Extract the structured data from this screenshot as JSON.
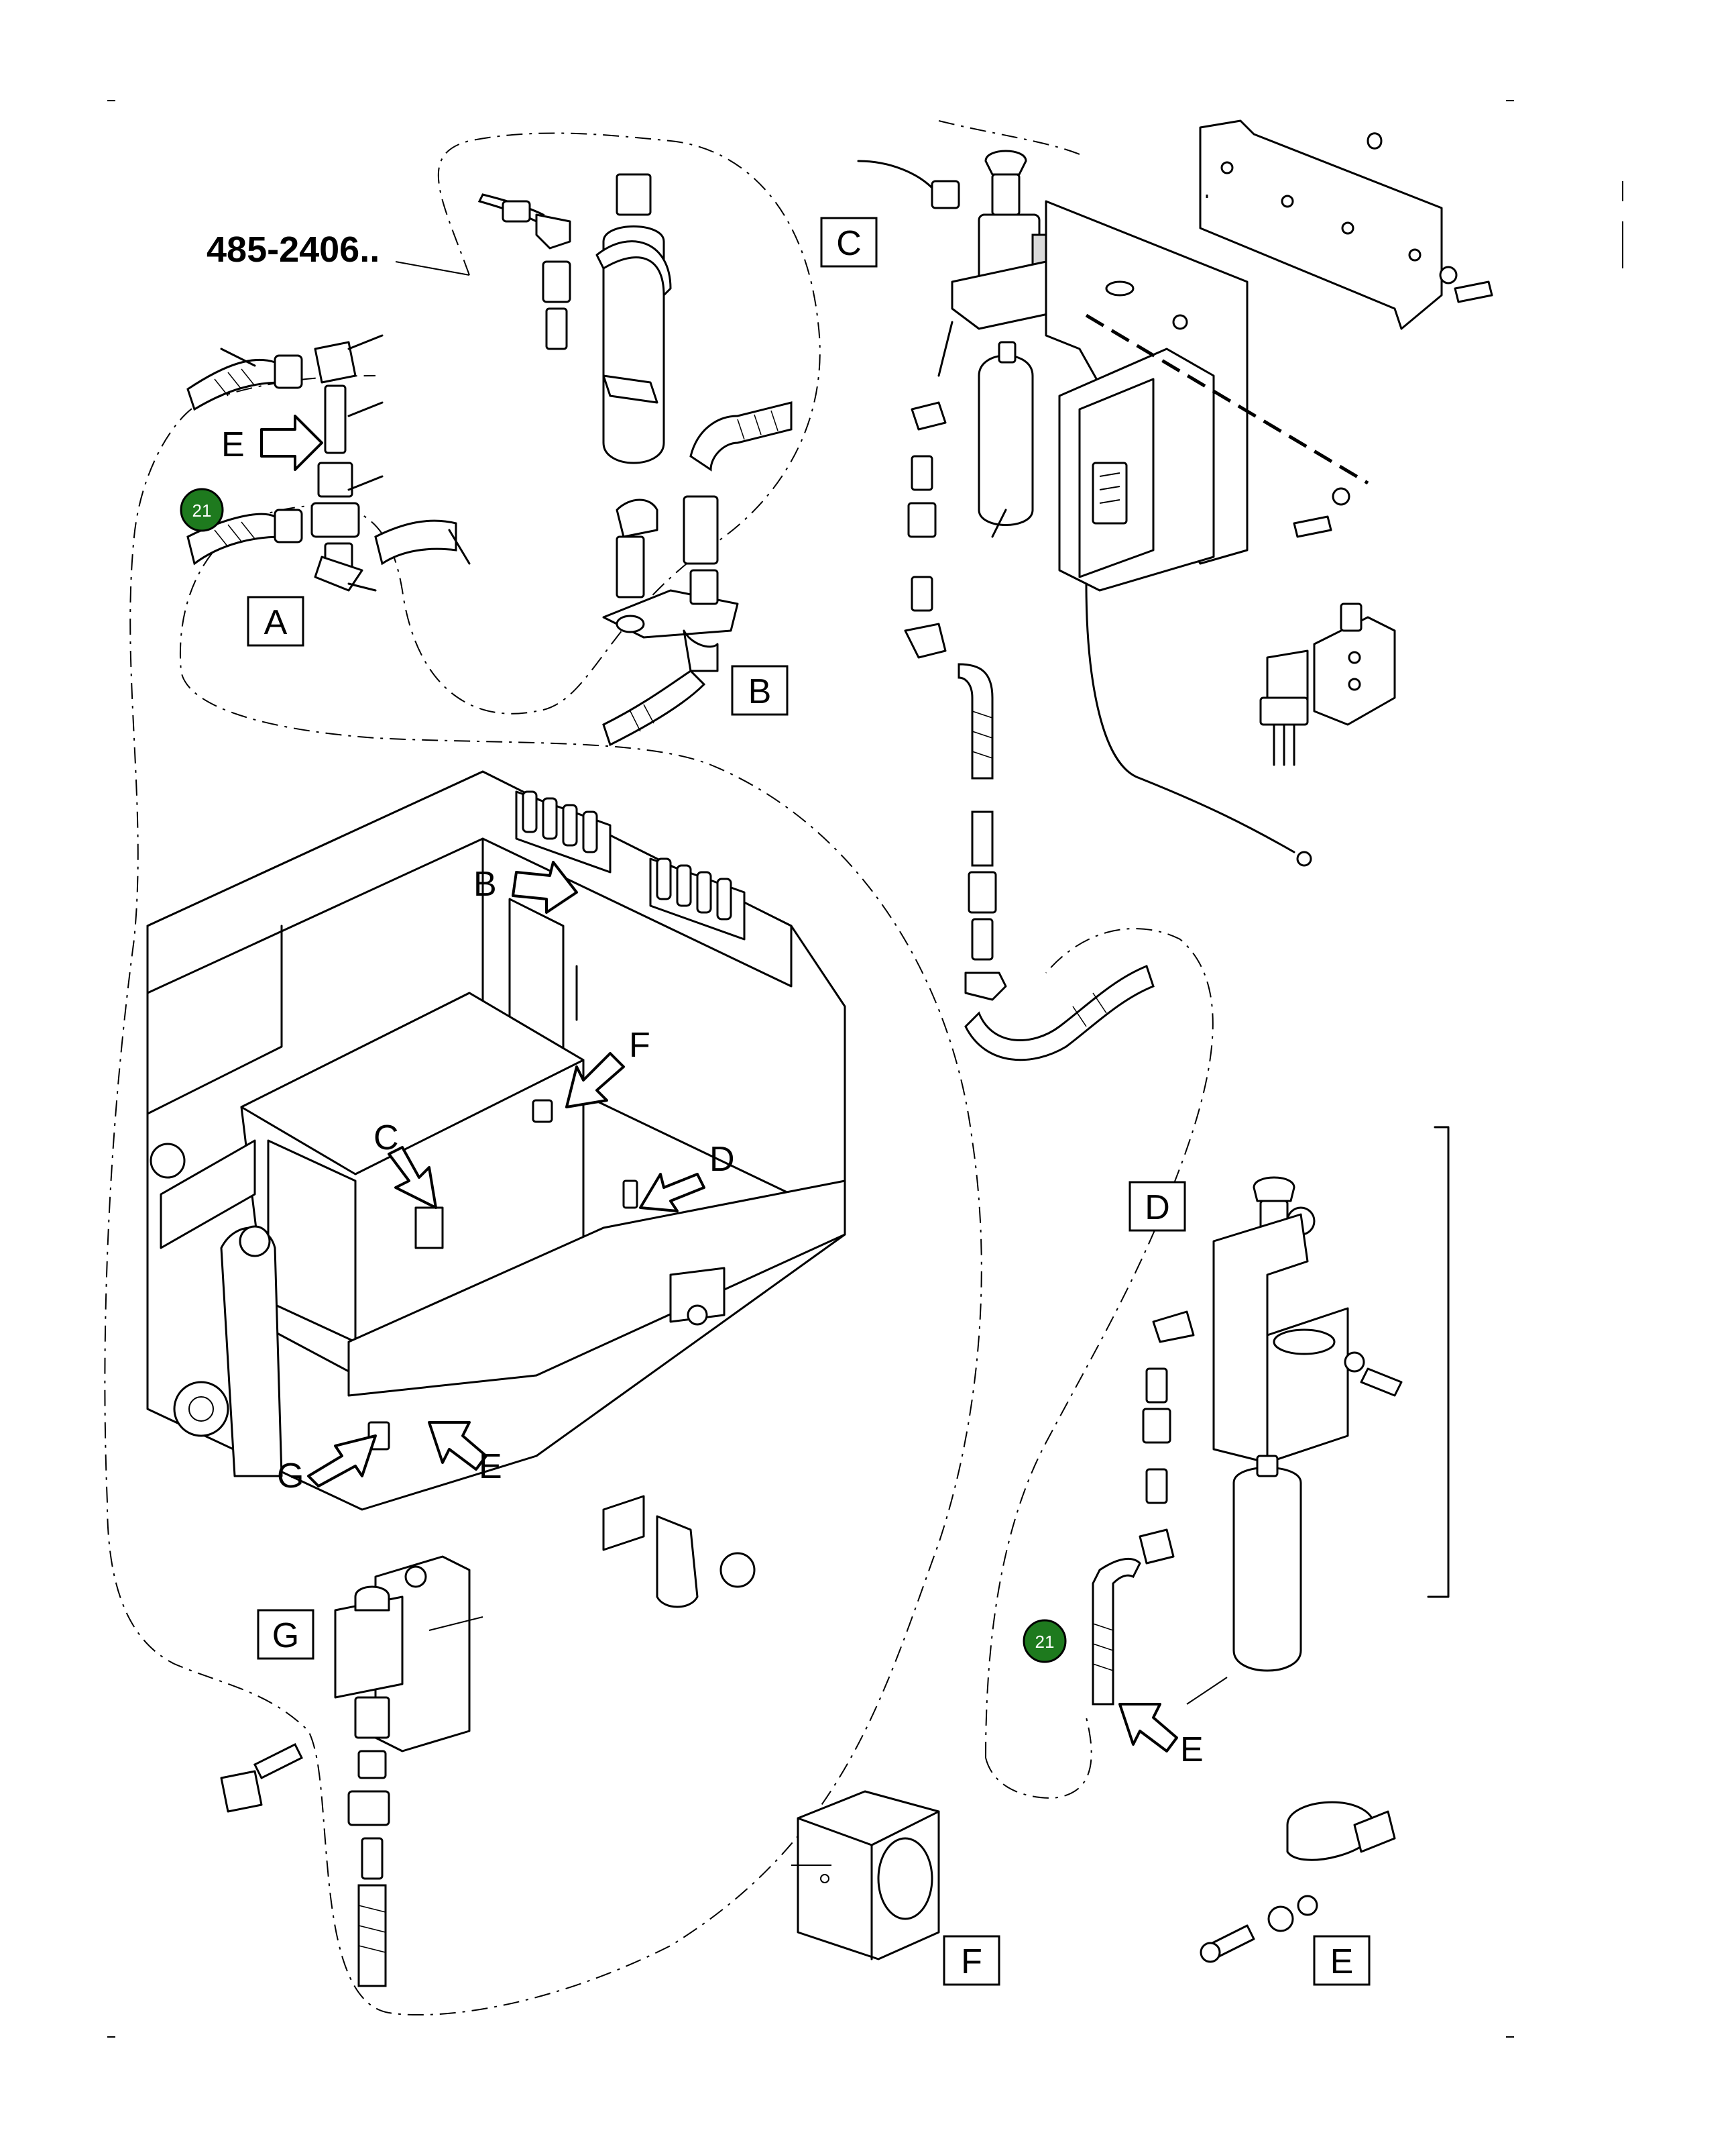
{
  "part_code": "485-2406..",
  "callout_number": "21",
  "detail_labels": {
    "A": "A",
    "B": "B",
    "C": "C",
    "D": "D",
    "E": "E",
    "F": "F",
    "G": "G"
  },
  "colors": {
    "line": "#000000",
    "background": "#ffffff",
    "callout_badge": "#1e7a1e"
  }
}
